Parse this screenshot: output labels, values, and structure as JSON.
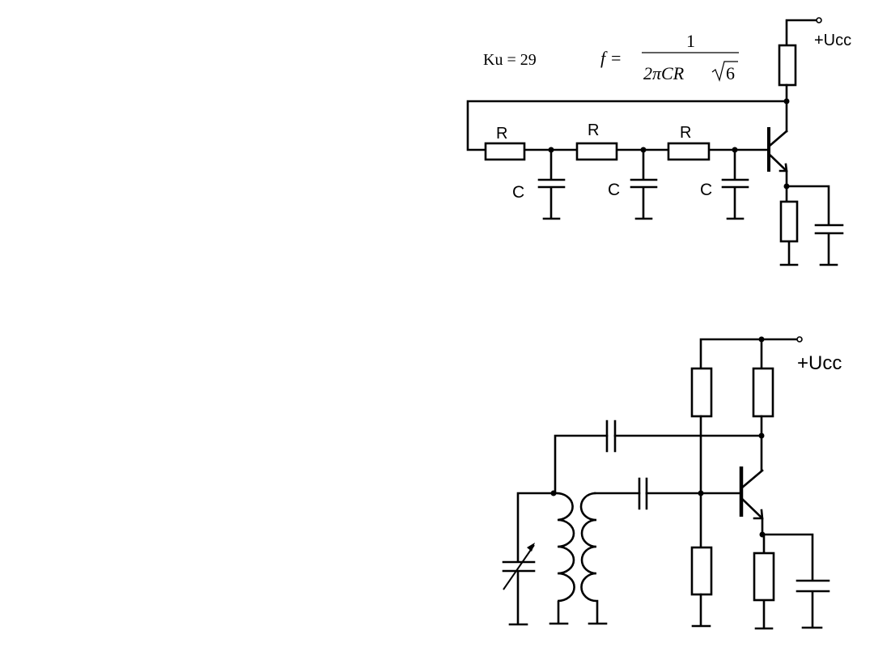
{
  "rc_oscillator": {
    "gain_label": "Ku = 29",
    "formula": {
      "lhs": "f =",
      "numerator": "1",
      "denominator": "2πCR",
      "radicand": "6"
    },
    "supply_label": "+Ucc",
    "resistor_labels": [
      "R",
      "R",
      "R"
    ],
    "capacitor_labels": [
      "C",
      "C",
      "C"
    ]
  },
  "lc_oscillator": {
    "supply_label": "+Ucc"
  }
}
